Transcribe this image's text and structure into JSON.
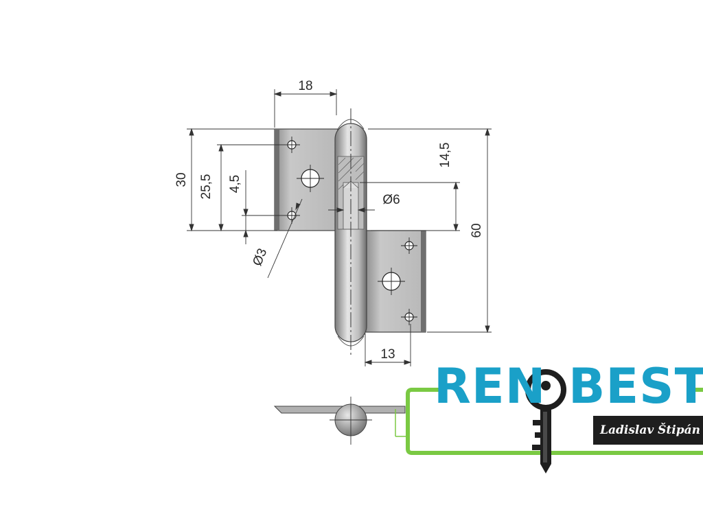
{
  "diagram": {
    "dimensions": {
      "width_top": "18",
      "height_total_left": "30",
      "hole_spacing": "25,5",
      "hole_offset": "4,5",
      "pin_offset": "14,5",
      "pin_diameter": "Ø6",
      "hole_diameter": "Ø3",
      "height_total_right": "60",
      "width_bottom": "13"
    }
  },
  "logo": {
    "brand": "RENOBEST",
    "brand_part1": "REN",
    "brand_part2": "BEST",
    "owner": "Ladislav Štipán",
    "colors": {
      "blue": "#1aa0c8",
      "green": "#7ac943",
      "plate": "#1e1e1e"
    }
  }
}
